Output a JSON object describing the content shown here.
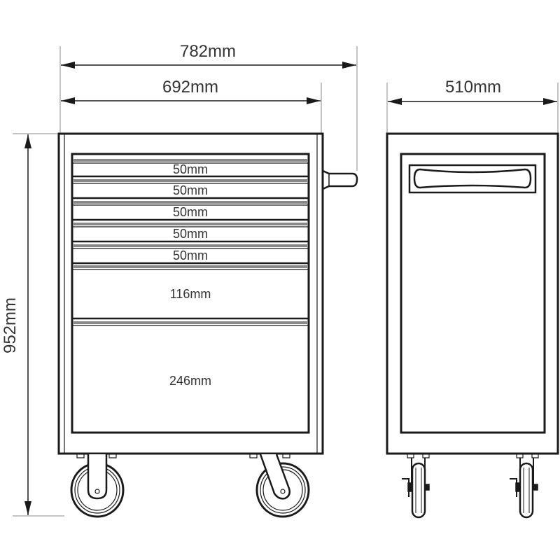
{
  "dimensions": {
    "overall_width": "782mm",
    "body_width": "692mm",
    "depth": "510mm",
    "height": "952mm"
  },
  "drawers": [
    {
      "label": "50mm"
    },
    {
      "label": "50mm"
    },
    {
      "label": "50mm"
    },
    {
      "label": "50mm"
    },
    {
      "label": "50mm"
    },
    {
      "label": "116mm"
    },
    {
      "label": "246mm"
    }
  ],
  "colors": {
    "line": "#1a1a1a",
    "text": "#333333"
  }
}
